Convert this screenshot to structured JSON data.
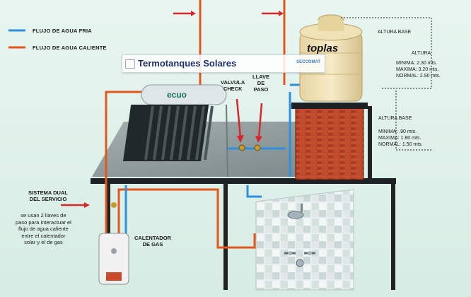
{
  "legend": {
    "cold": "FLUJO DE AGUA FRIA",
    "hot": "FLUJO DE AGUA CALIENTE"
  },
  "banner": {
    "title": "Termotanques Solares",
    "brand": "SECCOMAT"
  },
  "labels": {
    "valvula": [
      "VALVULA",
      "CHECK"
    ],
    "llave": [
      "LLAVE",
      "DE",
      "PASO"
    ],
    "sistema": [
      "SISTEMA DUAL",
      "DEL SERVICIO"
    ],
    "sistema_desc": [
      "se usan 2 llaves de",
      "paso para interactuar el",
      "flujo de agua caliente",
      "entre el calentador",
      "solar y el de gas"
    ],
    "calentador": [
      "CALENTADOR",
      "DE GAS"
    ]
  },
  "tank": {
    "brand": "toplas"
  },
  "solar": {
    "brand": "ecuo"
  },
  "top_measure": {
    "title": "ALTURA BASE",
    "subtitle": "ALTURA",
    "lines": [
      "MINIMA: 2.30 mts.",
      "MAXIMA: 3.20 mts.",
      "NORMAL: 2.90 mts."
    ]
  },
  "base_measure": {
    "title": "ALTURA BASE",
    "lines": [
      "MINIMA: .90 mts.",
      "MAXIMA: 1.80 mts.",
      "NORMAL: 1.50 mts."
    ]
  },
  "colors": {
    "cold": "#2e8fe0",
    "hot": "#e2571d",
    "arrow": "#d6282b"
  }
}
